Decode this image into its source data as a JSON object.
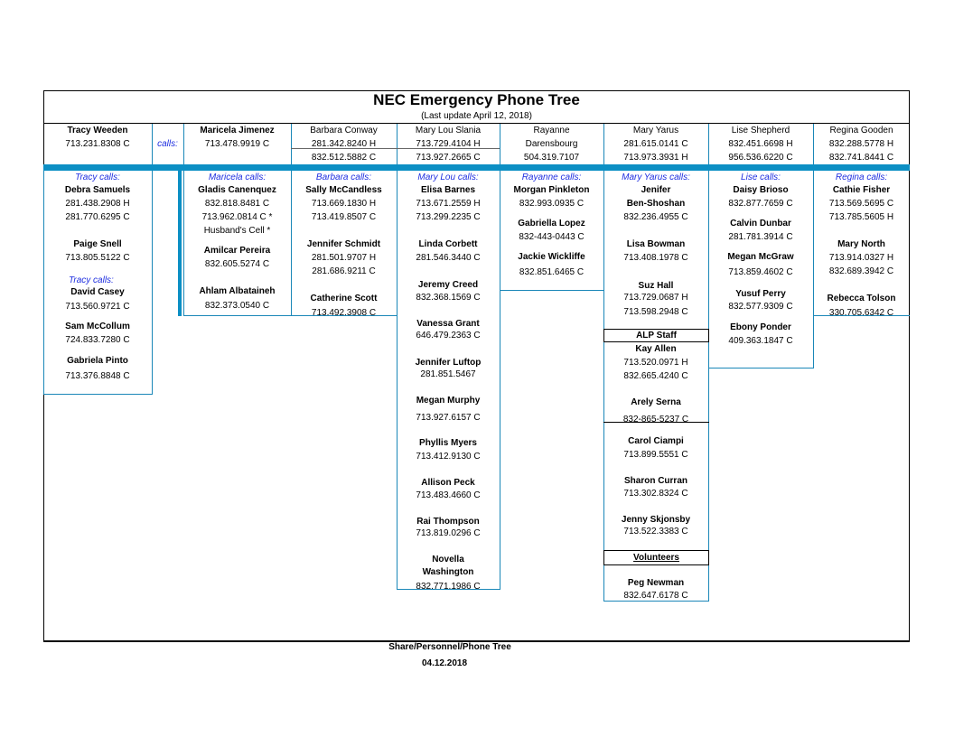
{
  "title": "NEC Emergency Phone Tree",
  "subtitle": "(Last update April 12, 2018)",
  "header": {
    "tracy": {
      "name": "Tracy Weeden",
      "phone": "713.231.8308 C"
    },
    "calls_label": "calls:",
    "maricela": {
      "name": "Maricela Jimenez",
      "phone": "713.478.9919 C"
    },
    "barbara": {
      "name": "Barbara Conway",
      "phone1": "281.342.8240 H",
      "phone2": "832.512.5882 C"
    },
    "marylou": {
      "name": "Mary Lou Slania",
      "phone1": "713.729.4104 H",
      "phone2": "713.927.2665 C"
    },
    "rayanne": {
      "name1": "Rayanne",
      "name2": "Darensbourg",
      "phone": "504.319.7107"
    },
    "maryyarus": {
      "name": "Mary Yarus",
      "phone1": "281.615.0141 C",
      "phone2": "713.973.3931 H"
    },
    "lise": {
      "name": "Lise Shepherd",
      "phone1": "832.451.6698 H",
      "phone2": "956.536.6220 C"
    },
    "regina": {
      "name": "Regina Gooden",
      "phone1": "832.288.5778 H",
      "phone2": "832.741.8441 C"
    }
  },
  "tracy_col": {
    "calls1": "Tracy calls:",
    "p1": {
      "name": "Debra Samuels",
      "phone1": "281.438.2908 H",
      "phone2": "281.770.6295 C"
    },
    "p2": {
      "name": "Paige Snell",
      "phone": "713.805.5122 C"
    },
    "calls2": "Tracy calls:",
    "p3": {
      "name": "David Casey",
      "phone": "713.560.9721 C"
    },
    "p4": {
      "name": "Sam McCollum",
      "phone": "724.833.7280 C"
    },
    "p5": {
      "name": "Gabriela Pinto",
      "phone": "713.376.8848 C"
    }
  },
  "maricela_col": {
    "calls": "Maricela calls:",
    "p1": {
      "name": "Gladis Canenquez",
      "phone1": "832.818.8481 C",
      "phone2": "713.962.0814 C *",
      "note": "Husband's Cell *"
    },
    "p2": {
      "name": "Amilcar Pereira",
      "phone": "832.605.5274 C"
    },
    "p3": {
      "name": "Ahlam Albataineh",
      "phone": "832.373.0540 C"
    }
  },
  "barbara_col": {
    "calls": "Barbara calls:",
    "p1": {
      "name": "Sally McCandless",
      "phone1": "713.669.1830 H",
      "phone2": "713.419.8507 C"
    },
    "p2": {
      "name": "Jennifer Schmidt",
      "phone1": "281.501.9707 H",
      "phone2": "281.686.9211 C"
    },
    "p3": {
      "name": "Catherine Scott",
      "phone": "713.492.3908 C"
    }
  },
  "marylou_col": {
    "calls": "Mary Lou calls:",
    "p1": {
      "name": "Elisa Barnes",
      "phone1": "713.671.2559 H",
      "phone2": "713.299.2235 C"
    },
    "p2": {
      "name": "Linda Corbett",
      "phone": "281.546.3440 C"
    },
    "p3": {
      "name": "Jeremy Creed",
      "phone": "832.368.1569 C"
    },
    "p4": {
      "name": "Vanessa Grant",
      "phone": "646.479.2363 C"
    },
    "p5": {
      "name": "Jennifer Luftop",
      "phone": "281.851.5467"
    },
    "p6": {
      "name": "Megan Murphy",
      "phone": "713.927.6157 C"
    },
    "p7": {
      "name": "Phyllis Myers",
      "phone": "713.412.9130 C"
    },
    "p8": {
      "name": "Allison Peck",
      "phone": "713.483.4660 C"
    },
    "p9": {
      "name": "Rai Thompson",
      "phone": "713.819.0296 C"
    },
    "p10": {
      "name1": "Novella",
      "name2": "Washington",
      "phone": "832.771.1986 C"
    }
  },
  "rayanne_col": {
    "calls": "Rayanne calls:",
    "p1": {
      "name": "Morgan Pinkleton",
      "phone": "832.993.0935 C"
    },
    "p2": {
      "name": "Gabriella Lopez",
      "phone": "832-443-0443 C"
    },
    "p3": {
      "name": "Jackie Wickliffe",
      "phone": "832.851.6465 C"
    }
  },
  "maryyarus_col": {
    "calls": "Mary Yarus calls:",
    "p1": {
      "name1": "Jenifer",
      "name2": "Ben-Shoshan",
      "phone": "832.236.4955 C"
    },
    "p2": {
      "name": "Lisa Bowman",
      "phone": "713.408.1978 C"
    },
    "p3": {
      "name": "Suz Hall",
      "phone1": "713.729.0687 H",
      "phone2": "713.598.2948 C"
    },
    "alp_label": "ALP Staff",
    "p4": {
      "name": "Kay Allen",
      "phone1": "713.520.0971 H",
      "phone2": "832.665.4240 C"
    },
    "p5": {
      "name": "Arely Serna",
      "phone": "832-865-5237 C"
    },
    "p6": {
      "name": "Carol Ciampi",
      "phone": "713.899.5551 C"
    },
    "p7": {
      "name": "Sharon Curran",
      "phone": "713.302.8324 C"
    },
    "p8": {
      "name": "Jenny Skjonsby",
      "phone": "713.522.3383 C"
    },
    "vol_label": "Volunteers",
    "p9": {
      "name": "Peg Newman",
      "phone": "832.647.6178 C"
    }
  },
  "lise_col": {
    "calls": "Lise calls:",
    "p1": {
      "name": "Daisy Brioso",
      "phone": "832.877.7659 C"
    },
    "p2": {
      "name": "Calvin Dunbar",
      "phone": "281.781.3914 C"
    },
    "p3": {
      "name": "Megan McGraw",
      "phone": "713.859.4602 C"
    },
    "p4": {
      "name": "Yusuf Perry",
      "phone": "832.577.9309 C"
    },
    "p5": {
      "name": "Ebony Ponder",
      "phone": "409.363.1847 C"
    }
  },
  "regina_col": {
    "calls": "Regina calls:",
    "p1": {
      "name": "Cathie Fisher",
      "phone1": "713.569.5695 C",
      "phone2": "713.785.5605 H"
    },
    "p2": {
      "name": "Mary North",
      "phone1": "713.914.0327 H",
      "phone2": "832.689.3942 C"
    },
    "p3": {
      "name": "Rebecca Tolson",
      "phone": "330.705.6342 C"
    }
  },
  "footer": {
    "line1": "Share/Personnel/Phone Tree",
    "line2": "04.12.2018"
  }
}
